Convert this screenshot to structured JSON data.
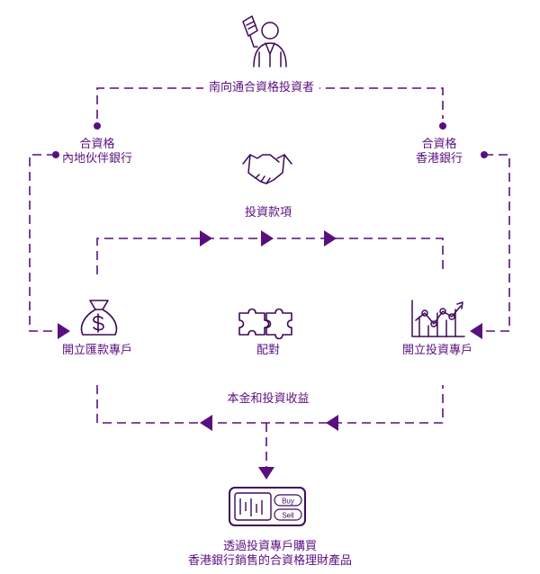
{
  "colors": {
    "accent": "#5a0f7f",
    "icon_stroke": "#3d0a57"
  },
  "investor": {
    "label": "南向通合資格投資者",
    "icon": "investor-with-cash-icon"
  },
  "mainland_bank": {
    "line1": "合資格",
    "line2": "內地伙伴銀行"
  },
  "hk_bank": {
    "line1": "合資格",
    "line2": "香港銀行"
  },
  "center_top": {
    "label": "投資款項",
    "icon": "handshake-icon"
  },
  "left_account": {
    "label": "開立匯款專戶",
    "icon": "money-bag-icon"
  },
  "middle": {
    "label": "配對",
    "icon": "puzzle-pieces-icon"
  },
  "right_account": {
    "label": "開立投資專戶",
    "icon": "bar-chart-icon"
  },
  "return_flow": {
    "label": "本金和投資收益"
  },
  "trading_icon": {
    "icon": "trading-terminal-icon",
    "buy": "Buy",
    "sell": "Sell"
  },
  "bottom": {
    "line1": "透過投資專戶購買",
    "line2": "香港銀行銷售的合資格理財產品"
  }
}
